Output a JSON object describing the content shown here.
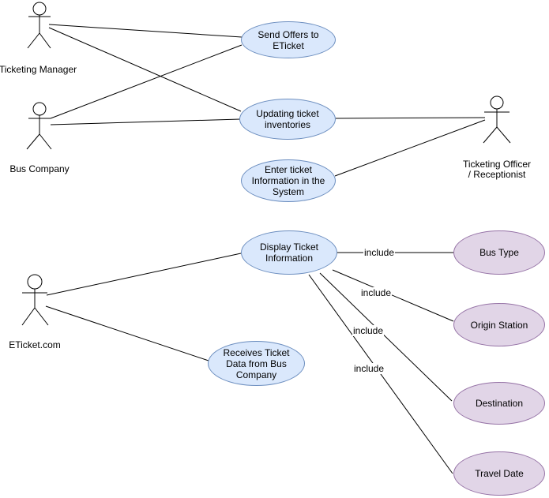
{
  "colors": {
    "usecase_fill": "#dae8fc",
    "usecase_stroke": "#6c8ebf",
    "include_fill": "#e1d5e7",
    "include_stroke": "#9673a6",
    "line_color": "#000000",
    "text_color": "#000000",
    "background": "#ffffff"
  },
  "actors": {
    "ticketing_manager": {
      "label": "Ticketing Manager"
    },
    "bus_company": {
      "label": "Bus Company"
    },
    "ticketing_officer": {
      "label_line1": "Ticketing Officer",
      "label_line2": "/ Receptionist"
    },
    "eticket": {
      "label": "ETicket.com"
    }
  },
  "use_cases": {
    "send_offers": {
      "label": "Send Offers to ETicket"
    },
    "updating_inventories": {
      "label": "Updating ticket inventories"
    },
    "enter_ticket_info": {
      "label": "Enter ticket Information in the System"
    },
    "display_ticket_info": {
      "label": "Display Ticket Information"
    },
    "receives_ticket_data": {
      "label": "Receives Ticket Data from Bus Company"
    },
    "bus_type": {
      "label": "Bus Type"
    },
    "origin_station": {
      "label": "Origin Station"
    },
    "destination": {
      "label": "Destination"
    },
    "travel_date": {
      "label": "Travel Date"
    }
  },
  "edges": [
    {
      "from": "ticketing_manager",
      "to": "send_offers",
      "label": ""
    },
    {
      "from": "ticketing_manager",
      "to": "updating_inventories",
      "label": ""
    },
    {
      "from": "bus_company",
      "to": "send_offers",
      "label": ""
    },
    {
      "from": "bus_company",
      "to": "updating_inventories",
      "label": ""
    },
    {
      "from": "updating_inventories",
      "to": "ticketing_officer",
      "label": ""
    },
    {
      "from": "enter_ticket_info",
      "to": "ticketing_officer",
      "label": ""
    },
    {
      "from": "eticket",
      "to": "display_ticket_info",
      "label": ""
    },
    {
      "from": "eticket",
      "to": "receives_ticket_data",
      "label": ""
    },
    {
      "from": "display_ticket_info",
      "to": "bus_type",
      "label": "include"
    },
    {
      "from": "display_ticket_info",
      "to": "origin_station",
      "label": "include"
    },
    {
      "from": "display_ticket_info",
      "to": "destination",
      "label": "include"
    },
    {
      "from": "display_ticket_info",
      "to": "travel_date",
      "label": "include"
    }
  ]
}
